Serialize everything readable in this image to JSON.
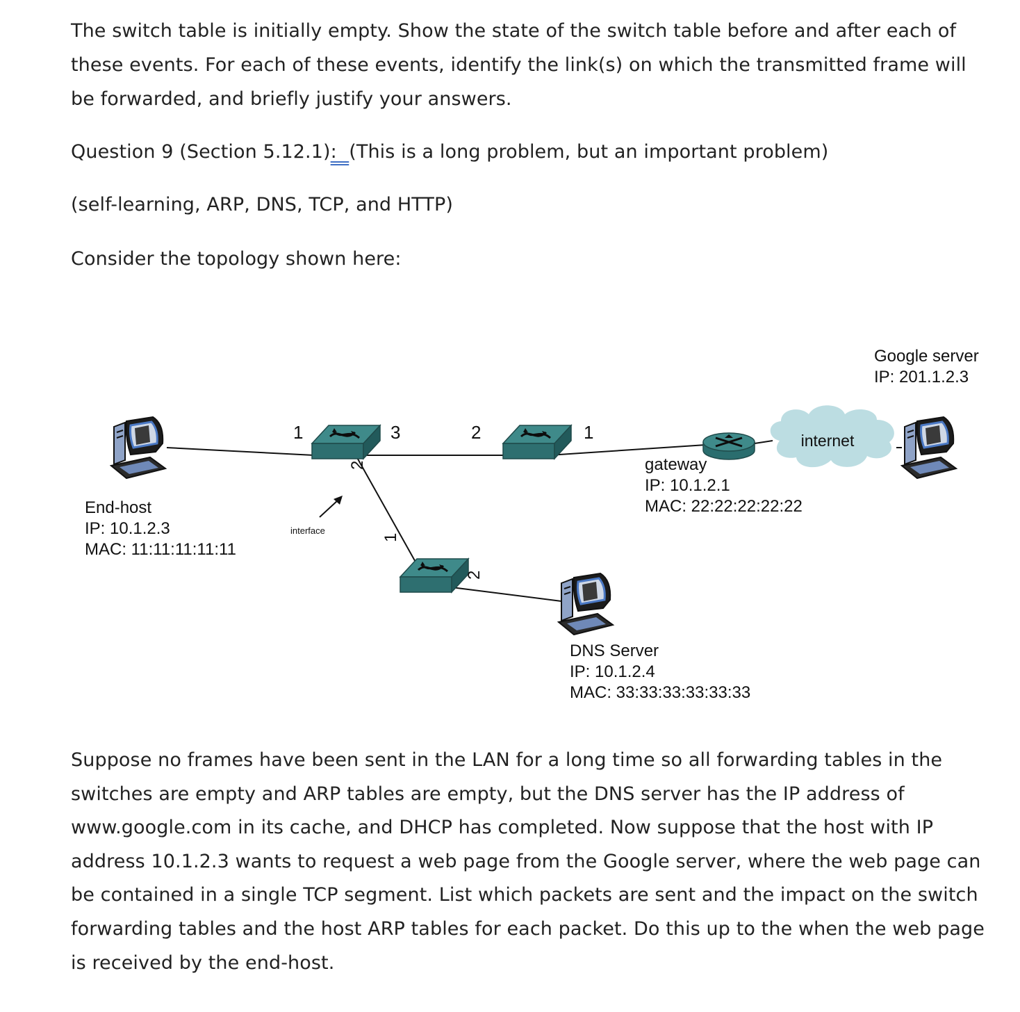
{
  "intro": "The switch table is initially empty. Show the state of the switch table before and after each of these events. For each of these events, identify the link(s) on which the transmitted frame will be forwarded, and briefly justify your answers.",
  "question": {
    "prefix": "Question 9 (Section 5.12.1)",
    "link": ":  ",
    "rest": "(This is a long problem, but an important problem)"
  },
  "topics": "(self-learning, ARP, DNS, TCP, and HTTP)",
  "consider": "Consider the topology shown here:",
  "diagram": {
    "end_host": {
      "name": "End-host",
      "ip": "IP: 10.1.2.3",
      "mac": "MAC: 11:11:11:11:11"
    },
    "gateway": {
      "name": "gateway",
      "ip": "IP: 10.1.2.1",
      "mac": "MAC: 22:22:22:22:22"
    },
    "dns_server": {
      "name": "DNS Server",
      "ip": "IP: 10.1.2.4",
      "mac": "MAC: 33:33:33:33:33:33"
    },
    "google": {
      "name": "Google server",
      "ip": "IP: 201.1.2.3"
    },
    "internet": "internet",
    "interface_label": "interface",
    "ports": {
      "sw1_left": "1",
      "sw1_right": "3",
      "sw1_bottom": "2",
      "sw2_left": "2",
      "sw2_right": "1",
      "sw3_top": "1",
      "sw3_right": "2"
    }
  },
  "suppose": "Suppose no frames have been sent in the LAN for a long time so all forwarding tables in the switches are empty and ARP tables are empty, but the DNS server has the IP address of www.google.com in its cache, and DHCP has completed. Now suppose that the host with IP address 10.1.2.3 wants to request a web page from the Google server, where the web page can be contained in a single TCP segment. List which packets are sent and the impact on the switch forwarding tables and the host ARP tables for each packet. Do this up to the when the web page is received by the end-host."
}
